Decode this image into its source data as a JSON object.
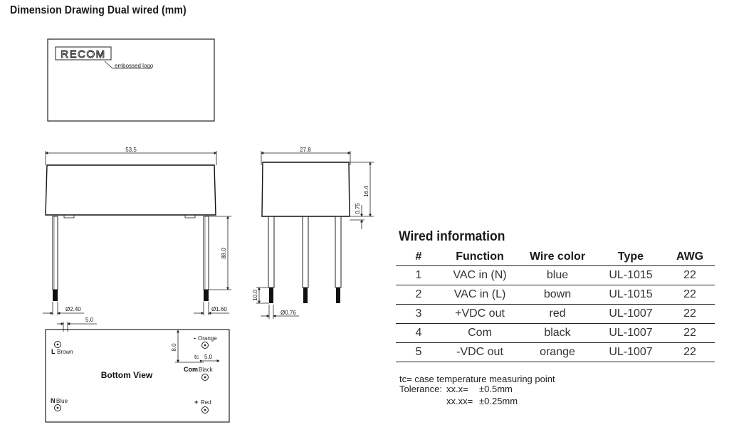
{
  "page": {
    "title": "Dimension Drawing Dual wired (mm)"
  },
  "top_view": {
    "logo_text": "RECOM",
    "logo_note": "embossed logo"
  },
  "front_view": {
    "width_dim": "53.5",
    "pin_length_dim": "88.0",
    "pin_dia_left": "Ø2.40",
    "pin_dia_right": "Ø1.60"
  },
  "side_view": {
    "width_dim": "27.8",
    "height_dim": "16.4",
    "standoff_dim": "0.75",
    "strip_dim": "10.0",
    "wire_dia": "Ø0.76"
  },
  "bottom_view": {
    "title": "Bottom View",
    "dim_pitch": "5.0",
    "dim_vertical": "8.0",
    "tc_label": "tc",
    "tc_dim": "5.0",
    "pin_l_letter": "L",
    "pin_l_color": "Brown",
    "pin_n_letter": "N",
    "pin_n_color": "Blue",
    "pin_orange_sign": "-",
    "pin_orange_color": "Orange",
    "pin_com_letter": "Com",
    "pin_com_color": "Black",
    "pin_red_sign": "+",
    "pin_red_color": "Red"
  },
  "wired_info": {
    "title": "Wired information",
    "headers": [
      "#",
      "Function",
      "Wire color",
      "Type",
      "AWG"
    ],
    "rows": [
      [
        "1",
        "VAC in (N)",
        "blue",
        "UL-1015",
        "22"
      ],
      [
        "2",
        "VAC in (L)",
        "bown",
        "UL-1015",
        "22"
      ],
      [
        "3",
        "+VDC out",
        "red",
        "UL-1007",
        "22"
      ],
      [
        "4",
        "Com",
        "black",
        "UL-1007",
        "22"
      ],
      [
        "5",
        "-VDC out",
        "orange",
        "UL-1007",
        "22"
      ]
    ]
  },
  "notes": {
    "tc": "tc= case temperature measuring point",
    "tolerance_label": "Tolerance:",
    "tol1_key": "xx.x=",
    "tol1_val": "±0.5mm",
    "tol2_key": "xx.xx=",
    "tol2_val": "±0.25mm"
  }
}
